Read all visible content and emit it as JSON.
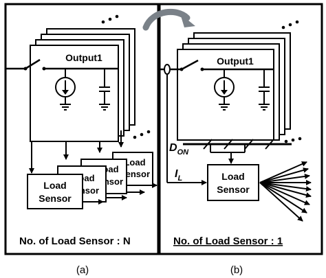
{
  "panel_a": {
    "card_title": "Output1",
    "sensor_label_line1": "Load",
    "sensor_label_line2": "Sensor",
    "stack_label_1": "Load",
    "stack_label_2": "Sensor",
    "stack_label_3": "Load",
    "stack_label_4": "Sensor",
    "stack_label_5": "Load",
    "stack_label_6": "Sensor",
    "footer": "No. of Load Sensor : N",
    "caption": "(a)"
  },
  "panel_b": {
    "card_title": "Output1",
    "don_main": "D",
    "don_sub": "ON",
    "il_main": "I",
    "il_sub": "L",
    "sensor_label_line1": "Load",
    "sensor_label_line2": "Sensor",
    "footer": "No. of Load Sensor : 1",
    "footer_color": "#d8262e",
    "caption": "(b)"
  },
  "colors": {
    "arrow_gray": "#7a8188",
    "line": "#000000"
  },
  "icons": [
    "switch-icon",
    "current-source-icon",
    "capacitor-icon",
    "ground-icon",
    "ellipsis-dots-icon",
    "curved-arrow-icon"
  ]
}
